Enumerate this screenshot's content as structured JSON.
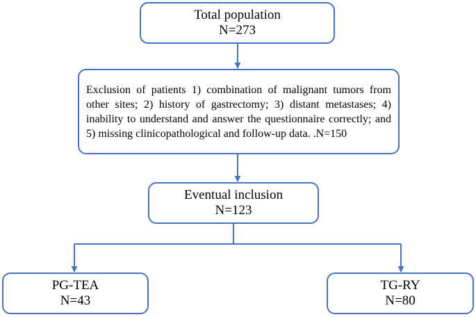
{
  "colors": {
    "stroke": "#4472c4",
    "text": "#000000",
    "background": "#ffffff"
  },
  "nodes": {
    "total": {
      "line1": "Total population",
      "line2": "N=273"
    },
    "exclusion": {
      "text": "Exclusion of patients 1) combination of malignant tumors from other sites; 2) history of gastrectomy; 3) distant metastases; 4) inability to understand and answer the questionnaire correctly; and 5) missing clinicopathological and follow-up data. .N=150"
    },
    "eventual": {
      "line1": "Eventual inclusion",
      "line2": "N=123"
    },
    "pg_tea": {
      "line1": "PG-TEA",
      "line2": "N=43"
    },
    "tg_ry": {
      "line1": "TG-RY",
      "line2": "N=80"
    }
  }
}
